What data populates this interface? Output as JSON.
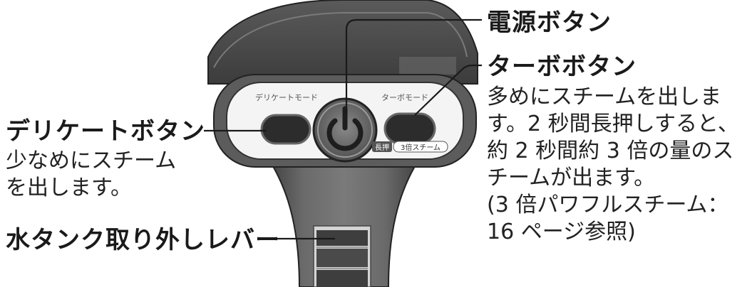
{
  "device_labels": {
    "delicate_mode": "デリケートモード",
    "turbo_mode": "ターボモード",
    "long_press": "長押",
    "triple_steam": "3倍スチーム"
  },
  "callouts": {
    "power": {
      "title": "電源ボタン"
    },
    "turbo": {
      "title": "ターボボタン",
      "desc_lines": [
        "多めにスチームを出しま",
        "す。2 秒間長押しすると、",
        "約 2 秒間約 3 倍の量のス",
        "チームが出ます。",
        "(3 倍パワフルスチーム：",
        "16 ページ参照)"
      ]
    },
    "delicate": {
      "title": "デリケートボタン",
      "desc_lines": [
        "少なめにスチーム",
        "を出します。"
      ]
    },
    "lever": {
      "title": "水タンク取り外しレバー"
    }
  },
  "colors": {
    "body_dark": "#4a4a4a",
    "body_mid": "#6e6e6e",
    "panel": "#f4f4f4",
    "text": "#1a1a1a"
  }
}
